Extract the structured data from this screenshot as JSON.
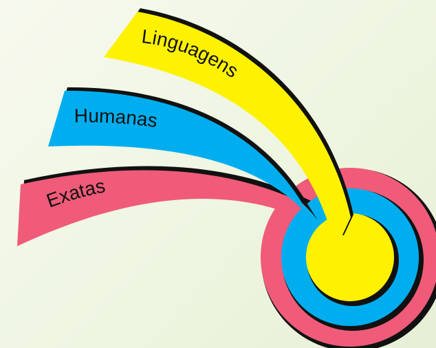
{
  "bands": [
    {
      "id": "exatas",
      "label": "Exatas",
      "color": "#ef5b79"
    },
    {
      "id": "humanas",
      "label": "Humanas",
      "color": "#00aeef"
    },
    {
      "id": "linguagens",
      "label": "Linguagens",
      "color": "#fff200"
    }
  ],
  "colors": {
    "shadow": "#111111",
    "background": "#eef5e1"
  }
}
